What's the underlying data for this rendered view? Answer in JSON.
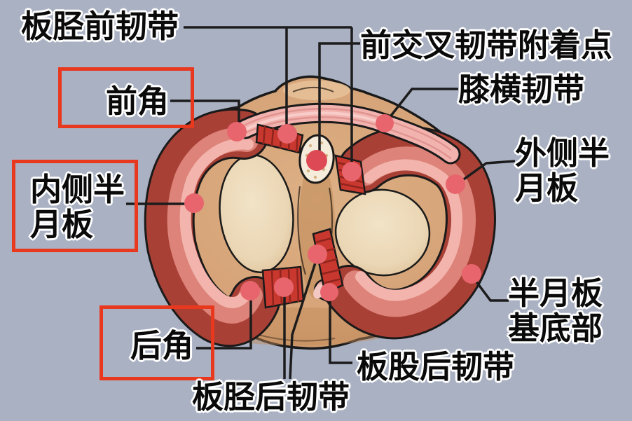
{
  "figure": {
    "type": "knee-meniscus-anatomy-diagram",
    "labels": {
      "meniscotibial_anterior": "板胫前韧带",
      "acl_attachment_point": "前交叉韧带附着点",
      "transverse_knee_ligament": "膝横韧带",
      "lateral_meniscus": [
        "外侧半",
        "月板"
      ],
      "anterior_horn": "前角",
      "medial_meniscus": [
        "内侧半",
        "月板"
      ],
      "posterior_horn": "后角",
      "meniscotibial_posterior": "板胫后韧带",
      "meniscofemoral_posterior": "板股后韧带",
      "meniscus_base": [
        "半月板",
        "基底部"
      ]
    },
    "highlight_boxed_labels": [
      "前角",
      "内侧半月板",
      "后角"
    ],
    "marker_count": 12,
    "colors": {
      "background": "#a9b1c3",
      "highlight_box": "#e8391f",
      "marker_dot": "#e8656d",
      "leader_line": "#1c1c1c",
      "bone": "#d8a87c",
      "condyle": "#ecd9ba",
      "meniscus_dark": "#a84036",
      "meniscus_mid": "#dd8379",
      "meniscus_light": "#f2b4ac",
      "transverse_band": "#f2b3af",
      "band_stripe": "#e09490",
      "ligament_red": "#c9382e",
      "ligament_stripe": "#8e241d",
      "meniscofemoral_pale": "#e9a89f",
      "pale_stripe": "#d07d76",
      "acl_oval": "#f6ecdb",
      "outline": "#1a1a1a"
    }
  }
}
